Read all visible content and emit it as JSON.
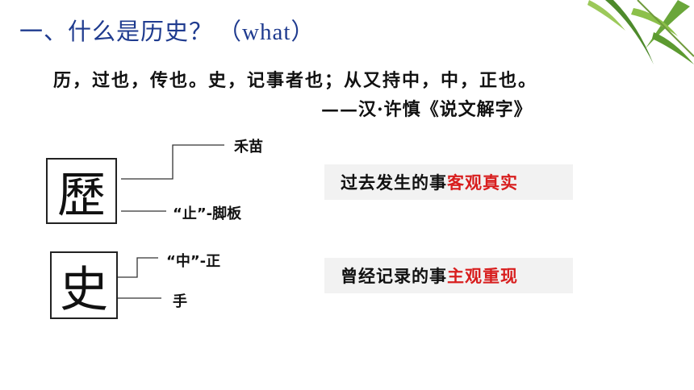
{
  "title": {
    "cn": "一、什么是历史？",
    "en": "（what）"
  },
  "quote": "历，过也，传也。史，记事者也；从又持中，中，正也。",
  "source": "——汉·许慎《说文解字》",
  "char_li": {
    "glyph": "歷",
    "top_label": "禾苗",
    "bottom_label": "“止”-脚板"
  },
  "char_shi": {
    "glyph": "史",
    "top_label": "“中”-正",
    "bottom_label": "手"
  },
  "card_li": {
    "normal": "过去发生的事",
    "highlight": "客观真实"
  },
  "card_shi": {
    "normal": "曾经记录的事",
    "highlight": "主观重现"
  },
  "colors": {
    "title": "#1f3b8f",
    "highlight": "#d81e1e",
    "card_bg": "#f2f2f2",
    "leaf": "#7fb93a"
  },
  "icons": {
    "decoration": "bamboo-leaves-icon"
  }
}
